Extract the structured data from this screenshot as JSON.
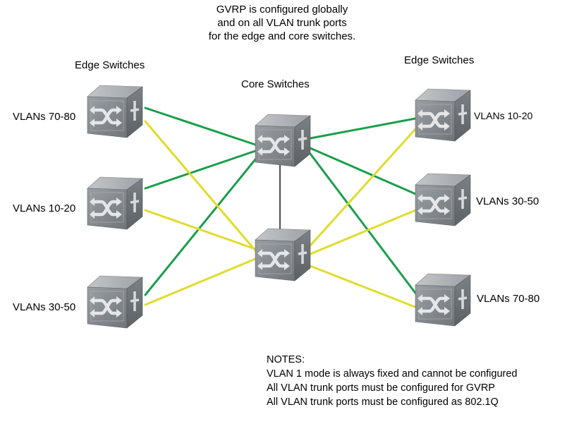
{
  "title_lines": [
    "GVRP is configured globally",
    "and on all VLAN trunk ports",
    "for the edge and core switches."
  ],
  "headings": {
    "left_edge": "Edge Switches",
    "core": "Core Switches",
    "right_edge": "Edge Switches"
  },
  "switches": {
    "left": [
      {
        "id": "L1",
        "label": "VLANs 70-80"
      },
      {
        "id": "L2",
        "label": "VLANs 10-20"
      },
      {
        "id": "L3",
        "label": "VLANs 30-50"
      }
    ],
    "core": [
      {
        "id": "C1",
        "label": ""
      },
      {
        "id": "C2",
        "label": ""
      }
    ],
    "right": [
      {
        "id": "R1",
        "label": "VLANs 10-20"
      },
      {
        "id": "R2",
        "label": "VLANs 30-50"
      },
      {
        "id": "R3",
        "label": "VLANs 70-80"
      }
    ]
  },
  "links": [
    {
      "from": "L1",
      "to": "C1",
      "color": "green"
    },
    {
      "from": "L2",
      "to": "C1",
      "color": "green"
    },
    {
      "from": "L3",
      "to": "C1",
      "color": "green"
    },
    {
      "from": "L1",
      "to": "C2",
      "color": "yellow"
    },
    {
      "from": "L2",
      "to": "C2",
      "color": "yellow"
    },
    {
      "from": "L3",
      "to": "C2",
      "color": "yellow"
    },
    {
      "from": "C1",
      "to": "R1",
      "color": "green"
    },
    {
      "from": "C1",
      "to": "R2",
      "color": "green"
    },
    {
      "from": "C1",
      "to": "R3",
      "color": "green"
    },
    {
      "from": "C2",
      "to": "R1",
      "color": "yellow"
    },
    {
      "from": "C2",
      "to": "R2",
      "color": "yellow"
    },
    {
      "from": "C2",
      "to": "R3",
      "color": "yellow"
    },
    {
      "from": "C1",
      "to": "C2",
      "color": "black"
    }
  ],
  "colors": {
    "green": "#1a9e4a",
    "yellow": "#e0dc2a",
    "black": "#111111",
    "switch_front": "#858a8f",
    "switch_top": "#b4b8bc",
    "switch_side": "#6a6f74"
  },
  "notes": {
    "heading": "NOTES:",
    "lines": [
      "VLAN 1 mode is always fixed and cannot be configured",
      "All VLAN trunk ports must be configured for GVRP",
      "All VLAN trunk ports must be configured as 802.1Q"
    ]
  }
}
